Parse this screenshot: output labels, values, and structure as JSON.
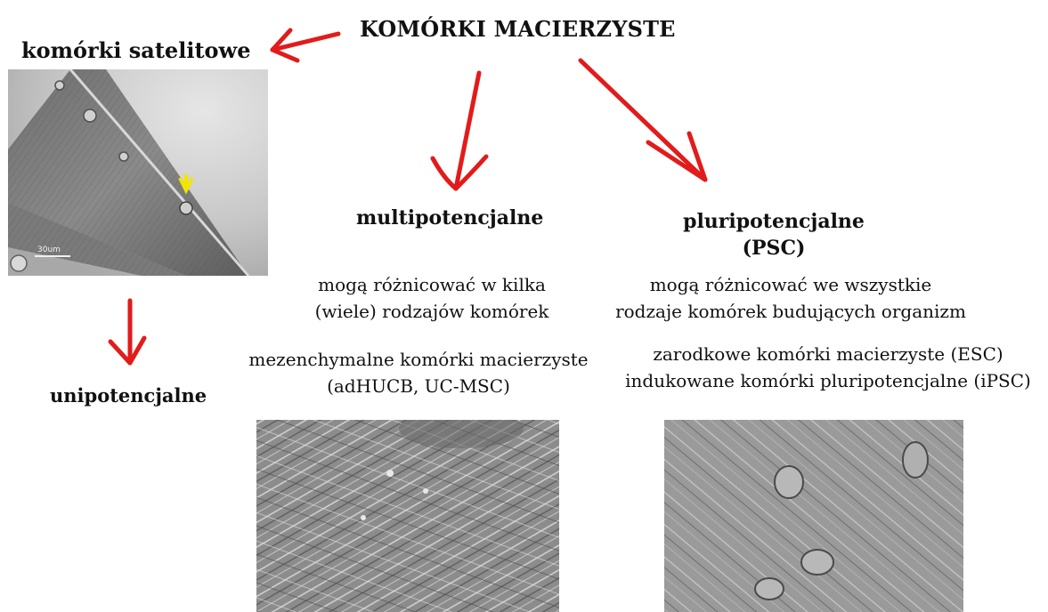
{
  "title": "KOMÓRKI MACIERZYSTE",
  "satellite": {
    "label": "komórki satelitowe",
    "scale_bar": "30um"
  },
  "unipotent": {
    "label": "unipotencjalne"
  },
  "multipotent": {
    "label": "multipotencjalne",
    "description": [
      "mogą różnicować w kilka",
      "(wiele) rodzajów komórek"
    ],
    "examples": [
      "mezenchymalne komórki macierzyste",
      "(adHUCB, UC-MSC)"
    ]
  },
  "pluripotent": {
    "label": [
      "pluripotencjalne",
      "(PSC)"
    ],
    "description": [
      "mogą różnicować we wszystkie",
      "rodzaje komórek budujących organizm"
    ],
    "examples": [
      "zarodkowe komórki macierzyste (ESC)",
      "indukowane komórki pluripotencjalne (iPSC)"
    ]
  },
  "colors": {
    "arrow": "#e21b1b",
    "marker": "#f2e600",
    "text": "#111111"
  }
}
